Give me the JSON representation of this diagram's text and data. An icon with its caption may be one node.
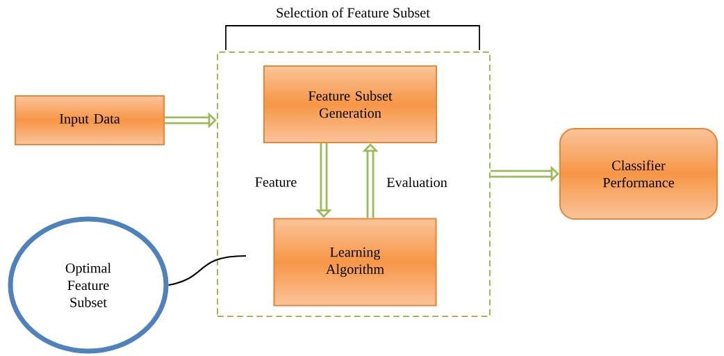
{
  "diagram": {
    "nodes": [
      {
        "text": [
          "Selection of Feature Subset"
        ]
      },
      {
        "text": [
          "Input Data"
        ]
      },
      {
        "text": [
          "Feature Subset Generation"
        ],
        "in": 0
      },
      {
        "text": [
          "Learning Algorithm"
        ],
        "in": 0
      },
      {
        "text": [
          "Classifier Performance"
        ]
      },
      {
        "text": [
          "Optimal Feature Subset"
        ]
      }
    ],
    "edges": [
      {
        "from": 1,
        "to": 0,
        "arrow": "to"
      },
      {
        "from": 2,
        "to": 3,
        "arrow": "to",
        "label": "Feature"
      },
      {
        "from": 3,
        "to": 2,
        "arrow": "to",
        "label": "Evaluation"
      },
      {
        "from": 0,
        "to": 4,
        "arrow": "to"
      },
      {
        "from": 5,
        "to": 0,
        "arrow": "none",
        "color": "#000000"
      }
    ]
  }
}
